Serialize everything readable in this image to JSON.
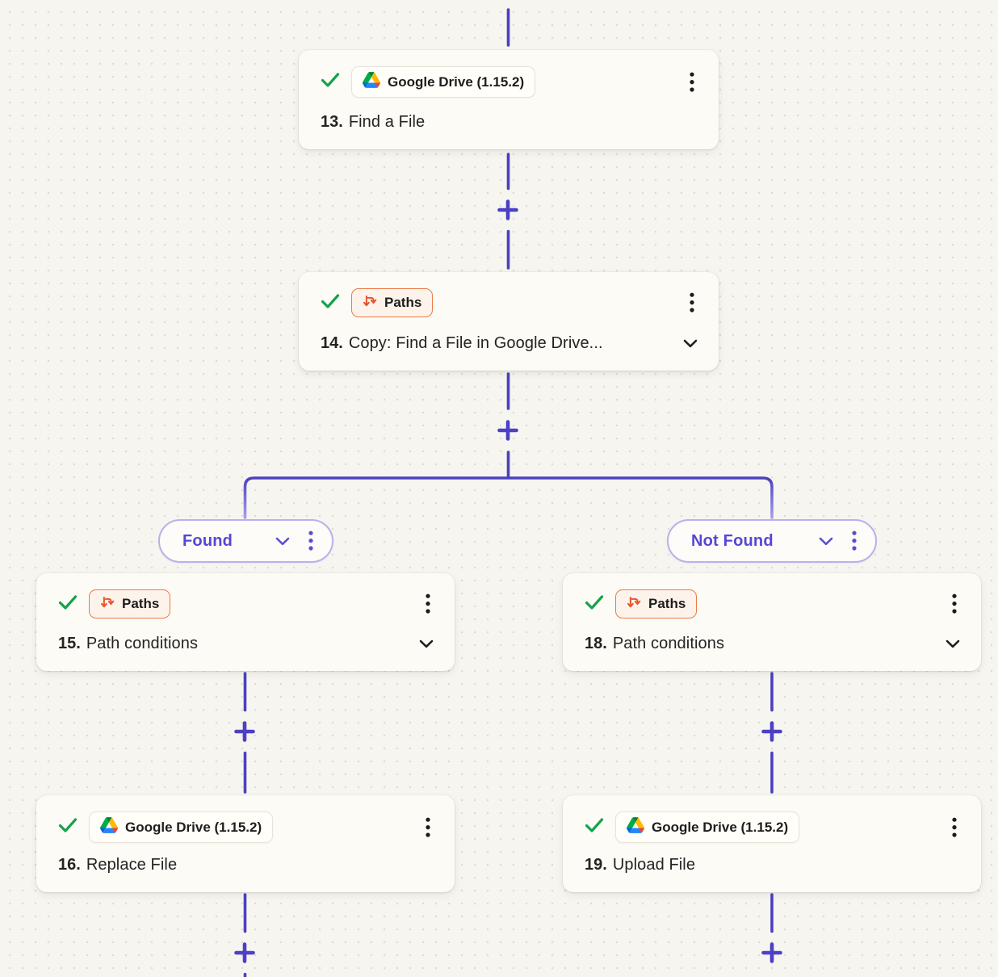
{
  "workflow": {
    "nodes": [
      {
        "step_number": "13.",
        "title": "Find a File",
        "app_label": "Google Drive (1.15.2)"
      },
      {
        "step_number": "14.",
        "title": "Copy: Find a File in Google Drive...",
        "app_label": "Paths"
      },
      {
        "step_number": "15.",
        "title": "Path conditions",
        "app_label": "Paths"
      },
      {
        "step_number": "18.",
        "title": "Path conditions",
        "app_label": "Paths"
      },
      {
        "step_number": "16.",
        "title": "Replace File",
        "app_label": "Google Drive (1.15.2)"
      },
      {
        "step_number": "19.",
        "title": "Upload File",
        "app_label": "Google Drive (1.15.2)"
      }
    ],
    "branches": [
      {
        "label": "Found"
      },
      {
        "label": "Not Found"
      }
    ],
    "colors": {
      "connector_purple": "#4c40c0",
      "branch_fade_purple": "#b3abf0",
      "paths_orange": "#e8542c",
      "paths_badge_border": "#eb7b46",
      "paths_badge_bg": "#fdf3eb",
      "success_green": "#16a24c",
      "branch_pill_border": "#b9b0ee",
      "branch_pill_text": "#5745d6",
      "card_bg": "#fdfbf6",
      "canvas_bg": "#f6f5f0"
    }
  }
}
